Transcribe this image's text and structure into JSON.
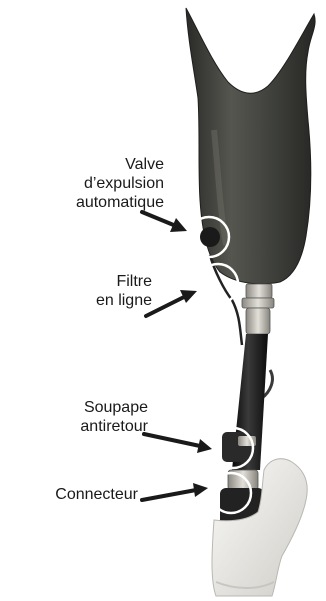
{
  "callouts": {
    "valve": {
      "line1": "Valve",
      "line2": "d’expulsion",
      "line3": "automatique"
    },
    "filter": {
      "line1": "Filtre",
      "line2": "en ligne"
    },
    "check_valve": {
      "line1": "Soupape",
      "line2": "antiretour"
    },
    "connector": {
      "line1": "Connecteur"
    }
  },
  "colors": {
    "socket": "#3e3f3b",
    "pylon": "#161616",
    "metal": "#b4b2aa",
    "foot": "#ecebe7",
    "outline": "#1a1a1a"
  }
}
